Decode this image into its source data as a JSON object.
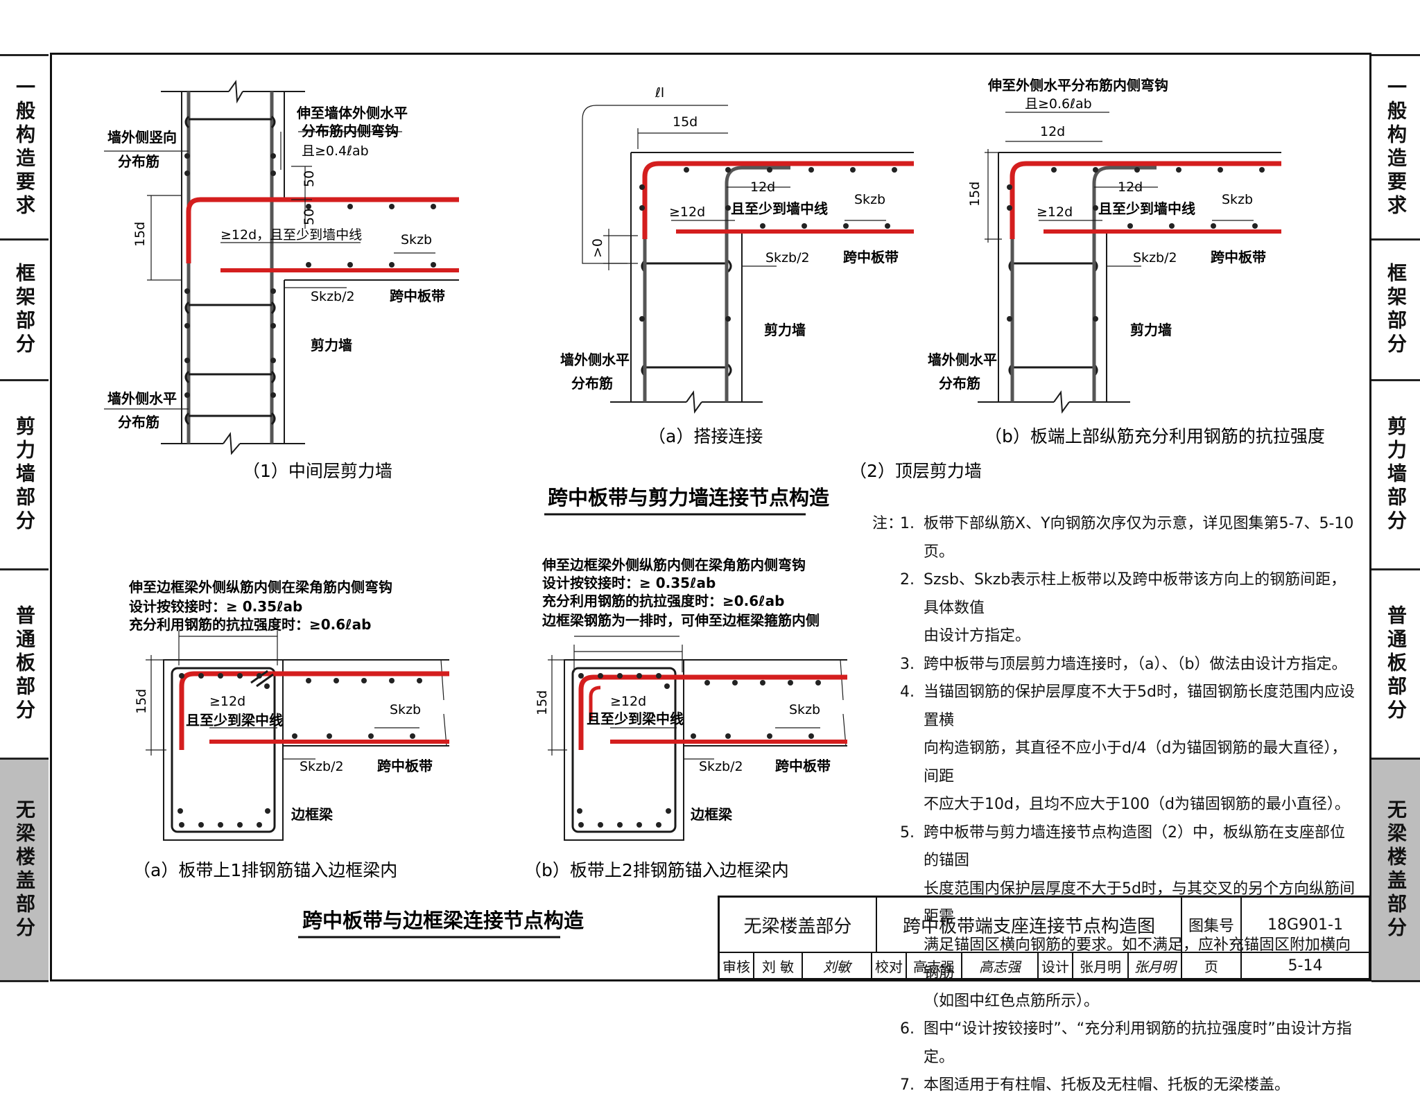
{
  "side_tabs": [
    {
      "label": "一般构造要求",
      "active": false
    },
    {
      "label": "框架部分",
      "active": false
    },
    {
      "label": "剪力墙部分",
      "active": false
    },
    {
      "label": "普通板部分",
      "active": false
    },
    {
      "label": "无梁楼盖部分",
      "active": true
    }
  ],
  "d1": {
    "l_wall_vert": "墙外侧竖向",
    "l_wall_vert2": "分布筋",
    "l_ext1": "伸至墙体外侧水平",
    "l_ext2": "分布筋内侧弯钩",
    "l_ext3": "且≥0.4ℓab",
    "d50a": "50",
    "d50b": "50",
    "d15d": "15d",
    "l_12d": "≥12d，且至少到墙中线",
    "l_skzb": "Skzb",
    "l_skzb2": "Skzb/2",
    "l_band": "跨中板带",
    "l_wall": "剪力墙",
    "l_wall_h1": "墙外侧水平",
    "l_wall_h2": "分布筋",
    "caption": "（1）中间层剪力墙"
  },
  "d2a": {
    "l_la": "ℓl",
    "d15d": "15d",
    "d12d": "12d",
    "l_12d": "≥12d",
    "l_mid": "且至少到墙中线",
    "l_skzb": "Skzb",
    "l_gt0": ">0",
    "l_skzb2": "Skzb/2",
    "l_band": "跨中板带",
    "l_wall": "剪力墙",
    "l_wall_h1": "墙外侧水平",
    "l_wall_h2": "分布筋",
    "caption": "（a）搭接连接"
  },
  "d2b": {
    "l_top1": "伸至外侧水平分布筋内侧弯钩",
    "l_top2": "且≥0.6ℓab",
    "d12d": "12d",
    "d15d": "15d",
    "d12d2": "12d",
    "l_12d": "≥12d",
    "l_mid": "且至少到墙中线",
    "l_skzb": "Skzb",
    "l_skzb2": "Skzb/2",
    "l_band": "跨中板带",
    "l_wall": "剪力墙",
    "l_wall_h1": "墙外侧水平",
    "l_wall_h2": "分布筋",
    "caption": "（b）板端上部纵筋充分利用钢筋的抗拉强度"
  },
  "caption_top_layer": "（2）顶层剪力墙",
  "title_wall": "跨中板带与剪力墙连接节点构造",
  "d3a": {
    "l1": "伸至边框梁外侧纵筋内侧在梁角筋内侧弯钩",
    "l2": "设计按铰接时：≥ 0.35ℓab",
    "l3": "充分利用钢筋的抗拉强度时：≥0.6ℓab",
    "d15d": "15d",
    "l_12d": "≥12d",
    "l_mid": "且至少到梁中线",
    "l_skzb": "Skzb",
    "l_skzb2": "Skzb/2",
    "l_band": "跨中板带",
    "l_beam": "边框梁",
    "caption": "（a）板带上1排钢筋锚入边框梁内"
  },
  "d3b": {
    "l1": "伸至边框梁外侧纵筋内侧在梁角筋内侧弯钩",
    "l2": "设计按铰接时：≥ 0.35ℓab",
    "l3": "充分利用钢筋的抗拉强度时：≥0.6ℓab",
    "l4": "边框梁钢筋为一排时，可伸至边框梁箍筋内侧",
    "d15d": "15d",
    "l_12d": "≥12d",
    "l_mid": "且至少到梁中线",
    "l_skzb": "Skzb",
    "l_skzb2": "Skzb/2",
    "l_band": "跨中板带",
    "l_beam": "边框梁",
    "caption": "（b）板带上2排钢筋锚入边框梁内"
  },
  "title_beam": "跨中板带与边框梁连接节点构造",
  "notes_prefix": "注：",
  "notes": [
    {
      "n": "1.",
      "lines": [
        "板带下部纵筋X、Y向钢筋次序仅为示意，详见图集第5-7、5-10页。"
      ]
    },
    {
      "n": "2.",
      "lines": [
        "Szsb、Skzb表示柱上板带以及跨中板带该方向上的钢筋间距，具体数值",
        "由设计方指定。"
      ]
    },
    {
      "n": "3.",
      "lines": [
        "跨中板带与顶层剪力墙连接时，（a）、（b）做法由设计方指定。"
      ]
    },
    {
      "n": "4.",
      "lines": [
        "当锚固钢筋的保护层厚度不大于5d时，锚固钢筋长度范围内应设置横",
        "向构造钢筋，其直径不应小于d/4（d为锚固钢筋的最大直径），间距",
        "不应大于10d，且均不应大于100（d为锚固钢筋的最小直径）。"
      ]
    },
    {
      "n": "5.",
      "lines": [
        "跨中板带与剪力墙连接节点构造图（2）中，板纵筋在支座部位的锚固",
        "长度范围内保护层厚度不大于5d时，与其交叉的另个方向纵筋间距需",
        "满足锚固区横向钢筋的要求。如不满足，应补充锚固区附加横向钢筋",
        "（如图中红色点筋所示）。"
      ]
    },
    {
      "n": "6.",
      "lines": [
        "图中“设计按铰接时”、“充分利用钢筋的抗拉强度时”由设计方指定。"
      ]
    },
    {
      "n": "7.",
      "lines": [
        "本图适用于有柱帽、托板及无柱帽、托板的无梁楼盖。"
      ]
    }
  ],
  "titleblock": {
    "section": "无梁楼盖部分",
    "drawing_title": "跨中板带端支座连接节点构造图",
    "atlas_label": "图集号",
    "atlas_no": "18G901-1",
    "review_label": "审核",
    "review_name": "刘 敏",
    "review_sig": "刘敏",
    "check_label": "校对",
    "check_name": "高志强",
    "check_sig": "高志强",
    "design_label": "设计",
    "design_name": "张月明",
    "design_sig": "张月明",
    "page_label": "页",
    "page_no": "5-14"
  },
  "colors": {
    "rebar_red": "#d41e1e",
    "line": "#1a1a1a",
    "tab_active": "#bdbdbd"
  }
}
